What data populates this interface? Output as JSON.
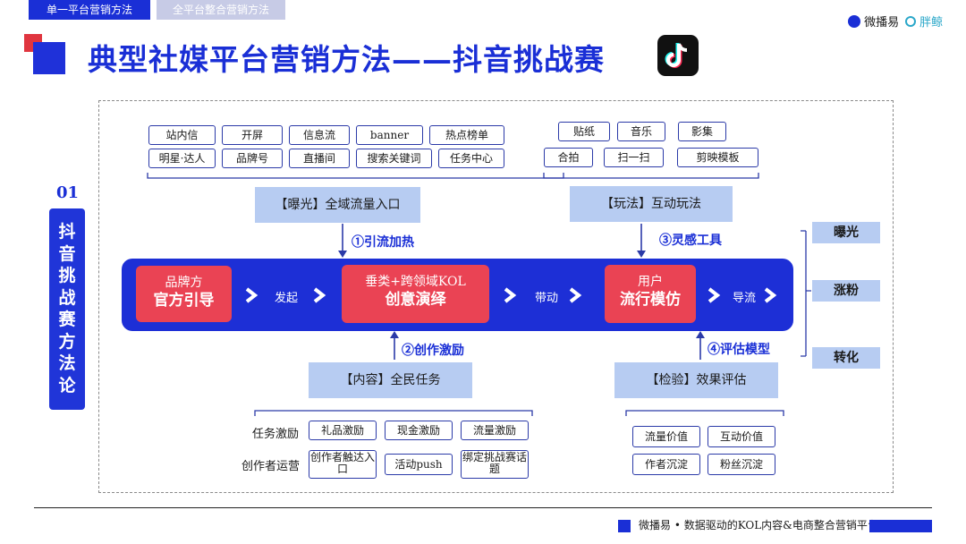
{
  "tabs": [
    "单一平台营销方法",
    "全平台整合营销方法"
  ],
  "title": "典型社媒平台营销方法——抖音挑战赛",
  "logos": {
    "weiboyi": "微播易",
    "pangda": "胖鲸"
  },
  "side": {
    "number": "01",
    "label_chars": [
      "抖",
      "音",
      "挑",
      "战",
      "赛",
      "方",
      "法",
      "论"
    ]
  },
  "exposure": {
    "tags_row1": [
      "站内信",
      "开屏",
      "信息流",
      "banner",
      "热点榜单"
    ],
    "tags_row2": [
      "明星·达人",
      "品牌号",
      "直播间",
      "搜索关键词",
      "任务中心"
    ],
    "header": "【曝光】全域流量入口",
    "step": "①引流加热"
  },
  "play": {
    "tags_row1": [
      "贴纸",
      "音乐",
      "影集"
    ],
    "tags_row2": [
      "合拍",
      "扫一扫",
      "剪映模板"
    ],
    "header": "【玩法】互动玩法",
    "step": "③灵感工具"
  },
  "flow": {
    "brand": {
      "line1": "品牌方",
      "line2": "官方引导"
    },
    "kol": {
      "line1": "垂类+跨领域KOL",
      "line2": "创意演绎"
    },
    "user": {
      "line1": "用户",
      "line2": "流行模仿"
    },
    "verbs": [
      "发起",
      "带动",
      "导流"
    ]
  },
  "content": {
    "step": "②创作激励",
    "header": "【内容】全民任务",
    "row1_label": "任务激励",
    "row1_tags": [
      "礼品激励",
      "现金激励",
      "流量激励"
    ],
    "row2_label": "创作者运营",
    "row2_tags": [
      "创作者触达入口",
      "活动push",
      "绑定挑战赛话题"
    ]
  },
  "verify": {
    "step": "④评估模型",
    "header": "【检验】效果评估",
    "tags_row1": [
      "流量价值",
      "互动价值"
    ],
    "tags_row2": [
      "作者沉淀",
      "粉丝沉淀"
    ]
  },
  "outcomes": [
    "曝光",
    "涨粉",
    "转化"
  ],
  "footer": "微播易 • 数据驱动的KOL内容&电商整合营销平台",
  "colors": {
    "blue": "#1d2fd6",
    "red": "#ea4354",
    "lightblue": "#b7ccf2"
  }
}
